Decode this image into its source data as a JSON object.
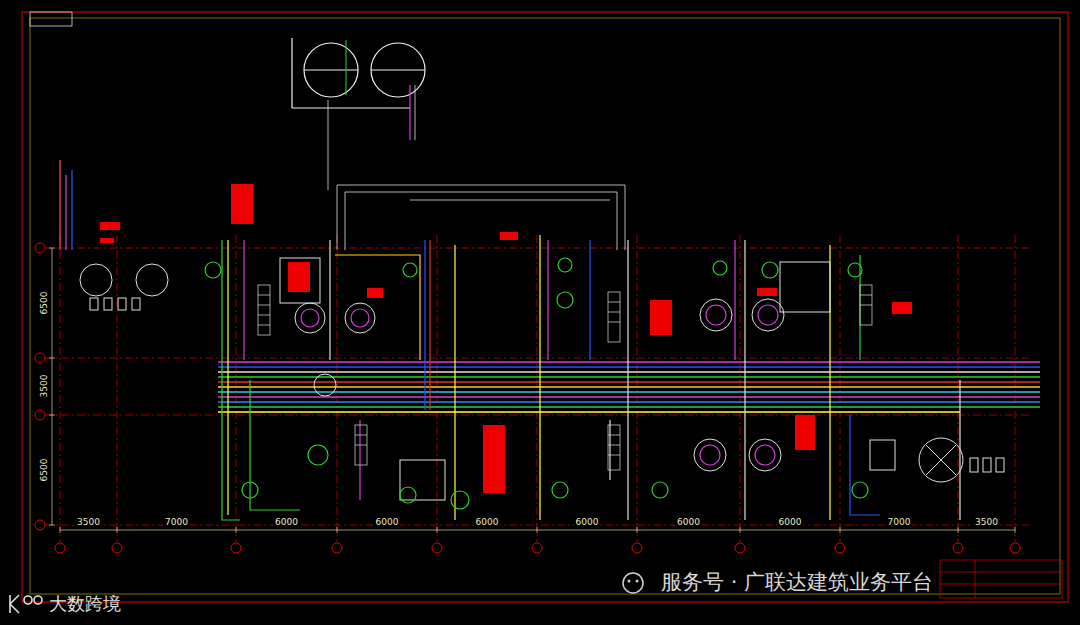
{
  "diagram": {
    "labels": [
      "3500",
      "7000",
      "6000",
      "6000",
      "6000",
      "6000",
      "6000",
      "6000",
      "7000",
      "3500",
      "6500",
      "3500",
      "6500",
      "服务号 · 广联达建筑业务平台",
      "大数跨境"
    ]
  }
}
